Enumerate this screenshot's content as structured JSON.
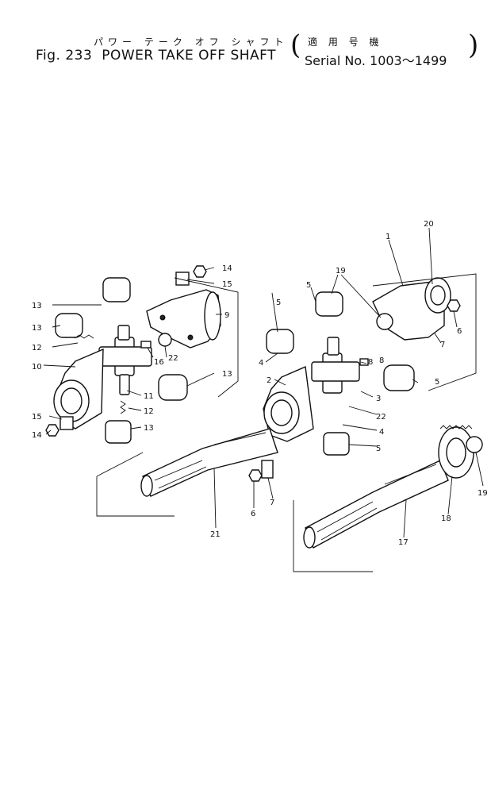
{
  "header": {
    "title_jp": "パワー テーク オフ シャフト",
    "fig_label": "Fig. 233",
    "title_en": "POWER TAKE OFF SHAFT",
    "serial_jp": "適 用 号 機",
    "serial_label": "Serial No. 1003～1499"
  },
  "callouts": {
    "c1": "1",
    "c2": "2",
    "c3": "3",
    "c4a": "4",
    "c4b": "4",
    "c5a": "5",
    "c5b": "5",
    "c5c": "5",
    "c5d": "5",
    "c6a": "6",
    "c6b": "6",
    "c7a": "7",
    "c7b": "7",
    "c8a": "8",
    "c8b": "8",
    "c9": "9",
    "c10": "10",
    "c11": "11",
    "c12a": "12",
    "c12b": "12",
    "c13a": "13",
    "c13b": "13",
    "c13c": "13",
    "c13d": "13",
    "c14a": "14",
    "c14b": "14",
    "c15a": "15",
    "c15b": "15",
    "c16": "16",
    "c17": "17",
    "c18": "18",
    "c19a": "19",
    "c19b": "19",
    "c20": "20",
    "c21": "21",
    "c22a": "22",
    "c22b": "22"
  }
}
